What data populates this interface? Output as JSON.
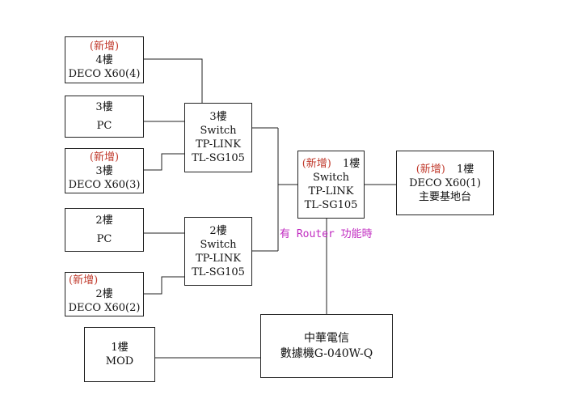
{
  "nodes": {
    "deco4": {
      "tag": "(新增)",
      "lines": [
        "4樓",
        "DECO X60(4)"
      ]
    },
    "pc3": {
      "lines": [
        "3樓",
        "PC"
      ]
    },
    "deco3": {
      "tag": "(新增)",
      "lines": [
        "3樓",
        "DECO X60(3)"
      ]
    },
    "pc2": {
      "lines": [
        "2樓",
        "PC"
      ]
    },
    "deco2": {
      "tag": "(新增)",
      "lines": [
        "2樓",
        "DECO X60(2)"
      ]
    },
    "mod1": {
      "lines": [
        "1樓",
        "MOD"
      ]
    },
    "switch3": {
      "lines": [
        "3樓",
        "Switch",
        "TP-LINK",
        "TL-SG105"
      ]
    },
    "switch2": {
      "lines": [
        "2樓",
        "Switch",
        "TP-LINK",
        "TL-SG105"
      ]
    },
    "switch1": {
      "tag": "(新增)",
      "floor": "1樓",
      "lines": [
        "Switch",
        "TP-LINK",
        "TL-SG105"
      ]
    },
    "deco1": {
      "tag": "(新增)",
      "floor": "1樓",
      "lines": [
        "DECO X60(1)",
        "主要基地台"
      ]
    },
    "cht": {
      "lines": [
        "中華電信",
        "數據機G-040W-Q"
      ]
    }
  },
  "note": "有 Router 功能時",
  "colors": {
    "new_tag": "#c0392b",
    "note": "#c02bc0",
    "line": "#222222"
  }
}
